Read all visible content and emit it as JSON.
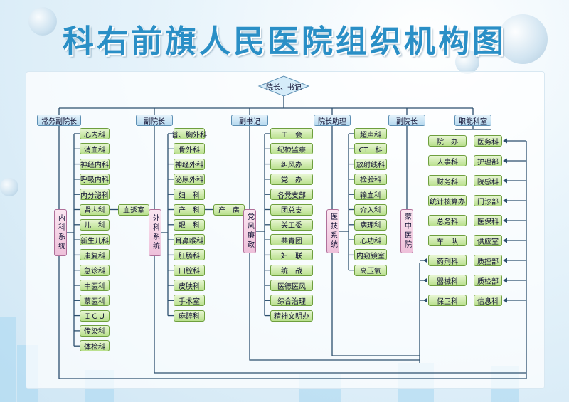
{
  "title": "科右前旗人民医院组织机构图",
  "root": "院长、书记",
  "branches": [
    {
      "label": "常务副院长",
      "system": "内科系统",
      "items": [
        "心内科",
        "消血科",
        "神经内科",
        "呼吸内科",
        "内分泌科",
        "肾内科",
        "儿　科",
        "新生儿科",
        "康复科",
        "急诊科",
        "中医科",
        "蒙医科",
        "ＩＣＵ",
        "传染科",
        "体检科"
      ],
      "sub": {
        "from": "肾内科",
        "label": "血透室"
      }
    },
    {
      "label": "副院长",
      "system": "外科系统",
      "items": [
        "普、胸外科",
        "骨外科",
        "神经外科",
        "泌尿外科",
        "妇　科",
        "产　科",
        "眼　科",
        "耳鼻喉科",
        "肛肠科",
        "口腔科",
        "皮肤科",
        "手术室",
        "麻醉科"
      ],
      "sub": {
        "from": "产　科",
        "label": "产　房"
      }
    },
    {
      "label": "副书记",
      "system": "党风廉政",
      "items": [
        "工　会",
        "纪检监察",
        "纠风办",
        "党　办",
        "各党支部",
        "团总支",
        "关工委",
        "共青团",
        "妇　联",
        "统　战",
        "医德医风",
        "综合治理",
        "精神文明办"
      ]
    },
    {
      "label": "院长助理",
      "system": "医技系统",
      "items": [
        "超声科",
        "CT　科",
        "放射线科",
        "检验科",
        "输血科",
        "介入科",
        "病理科",
        "心功科",
        "内窥镜室",
        "高压氧"
      ]
    },
    {
      "label": "副院长",
      "system": "蒙中医院",
      "items": []
    },
    {
      "label": "职能科室",
      "left": [
        "院　办",
        "人事科",
        "财务科",
        "统计核算办",
        "总务科",
        "车　队",
        "药剂科",
        "器械科",
        "保卫科"
      ],
      "right": [
        "医务科",
        "护理部",
        "院感科",
        "门诊部",
        "医保科",
        "供应室",
        "质控部",
        "质检部",
        "信息科"
      ]
    }
  ]
}
